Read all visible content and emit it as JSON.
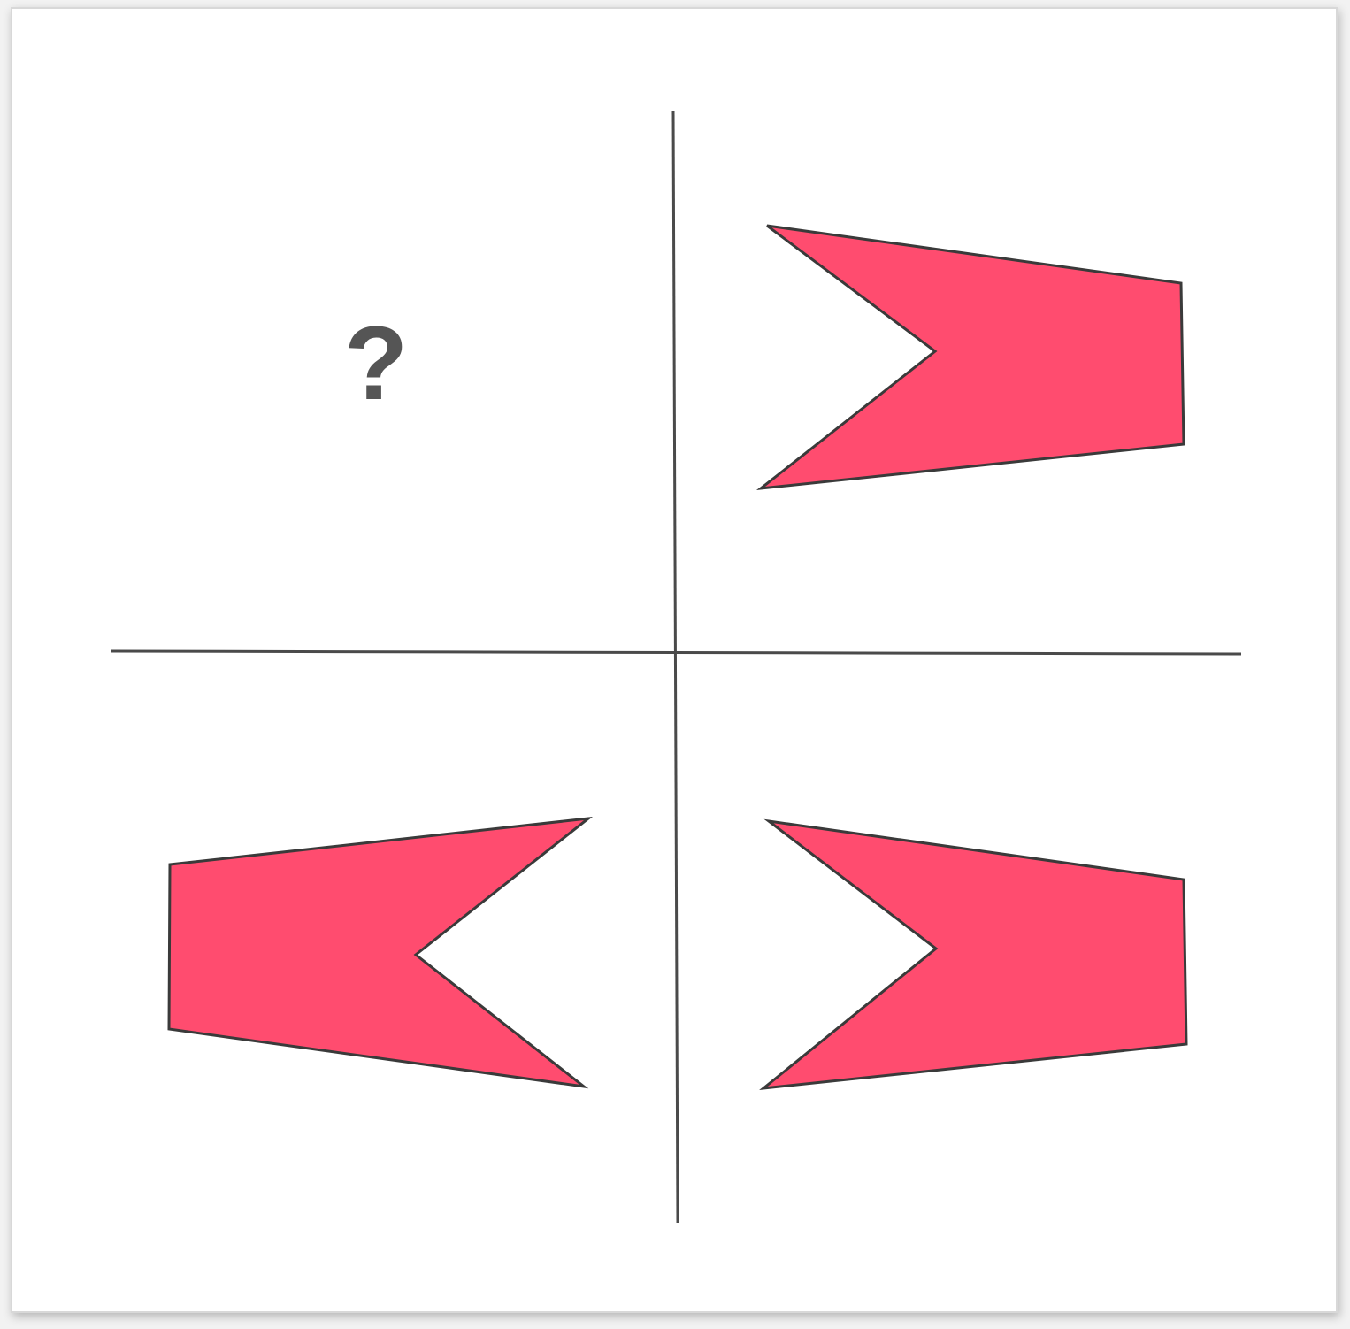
{
  "puzzle": {
    "missing_symbol": "?",
    "colors": {
      "shape_fill": "#ff4c6f",
      "shape_stroke": "#3a3a3a",
      "axis": "#4a4a4a",
      "symbol": "#555555",
      "background": "#ffffff"
    },
    "quadrants": [
      {
        "position": "top-left",
        "content": "missing"
      },
      {
        "position": "top-right",
        "content": "notched-shape",
        "notch_side": "left"
      },
      {
        "position": "bottom-left",
        "content": "notched-shape",
        "notch_side": "right"
      },
      {
        "position": "bottom-right",
        "content": "notched-shape",
        "notch_side": "left"
      }
    ]
  }
}
